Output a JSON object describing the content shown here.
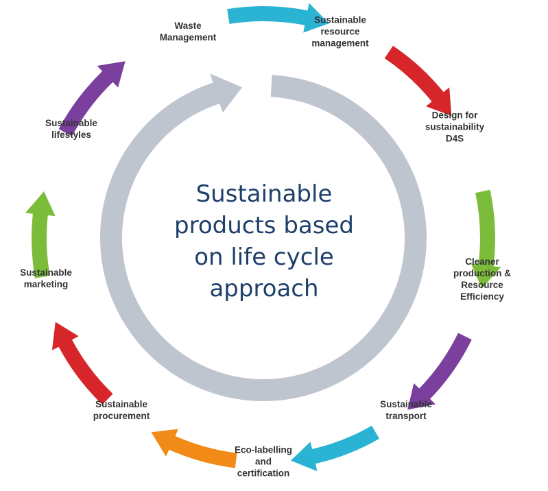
{
  "center_title": "Sustainable\nproducts based\non life cycle\napproach",
  "stages": [
    {
      "label": "Waste\nManagement",
      "color": "#2ab3d3"
    },
    {
      "label": "Sustainable\nresource\nmanagement",
      "color": "#d6262a"
    },
    {
      "label": "Design for\nsustainability\nD4S",
      "color": "#7bbd3b"
    },
    {
      "label": "Cleaner\nproduction &\nResource\nEfficiency",
      "color": "#7b3f9e"
    },
    {
      "label": "Sustainable\ntransport",
      "color": "#2ab3d3"
    },
    {
      "label": "Eco-labelling\nand\ncertification",
      "color": "#f18a16"
    },
    {
      "label": "Sustainable\nprocurement",
      "color": "#d6262a"
    },
    {
      "label": "Sustainable\nmarketing",
      "color": "#7bbd3b"
    },
    {
      "label": "Sustainable\nlifestyles",
      "color": "#7b3f9e"
    }
  ],
  "ring_color": "#bfc5cf"
}
